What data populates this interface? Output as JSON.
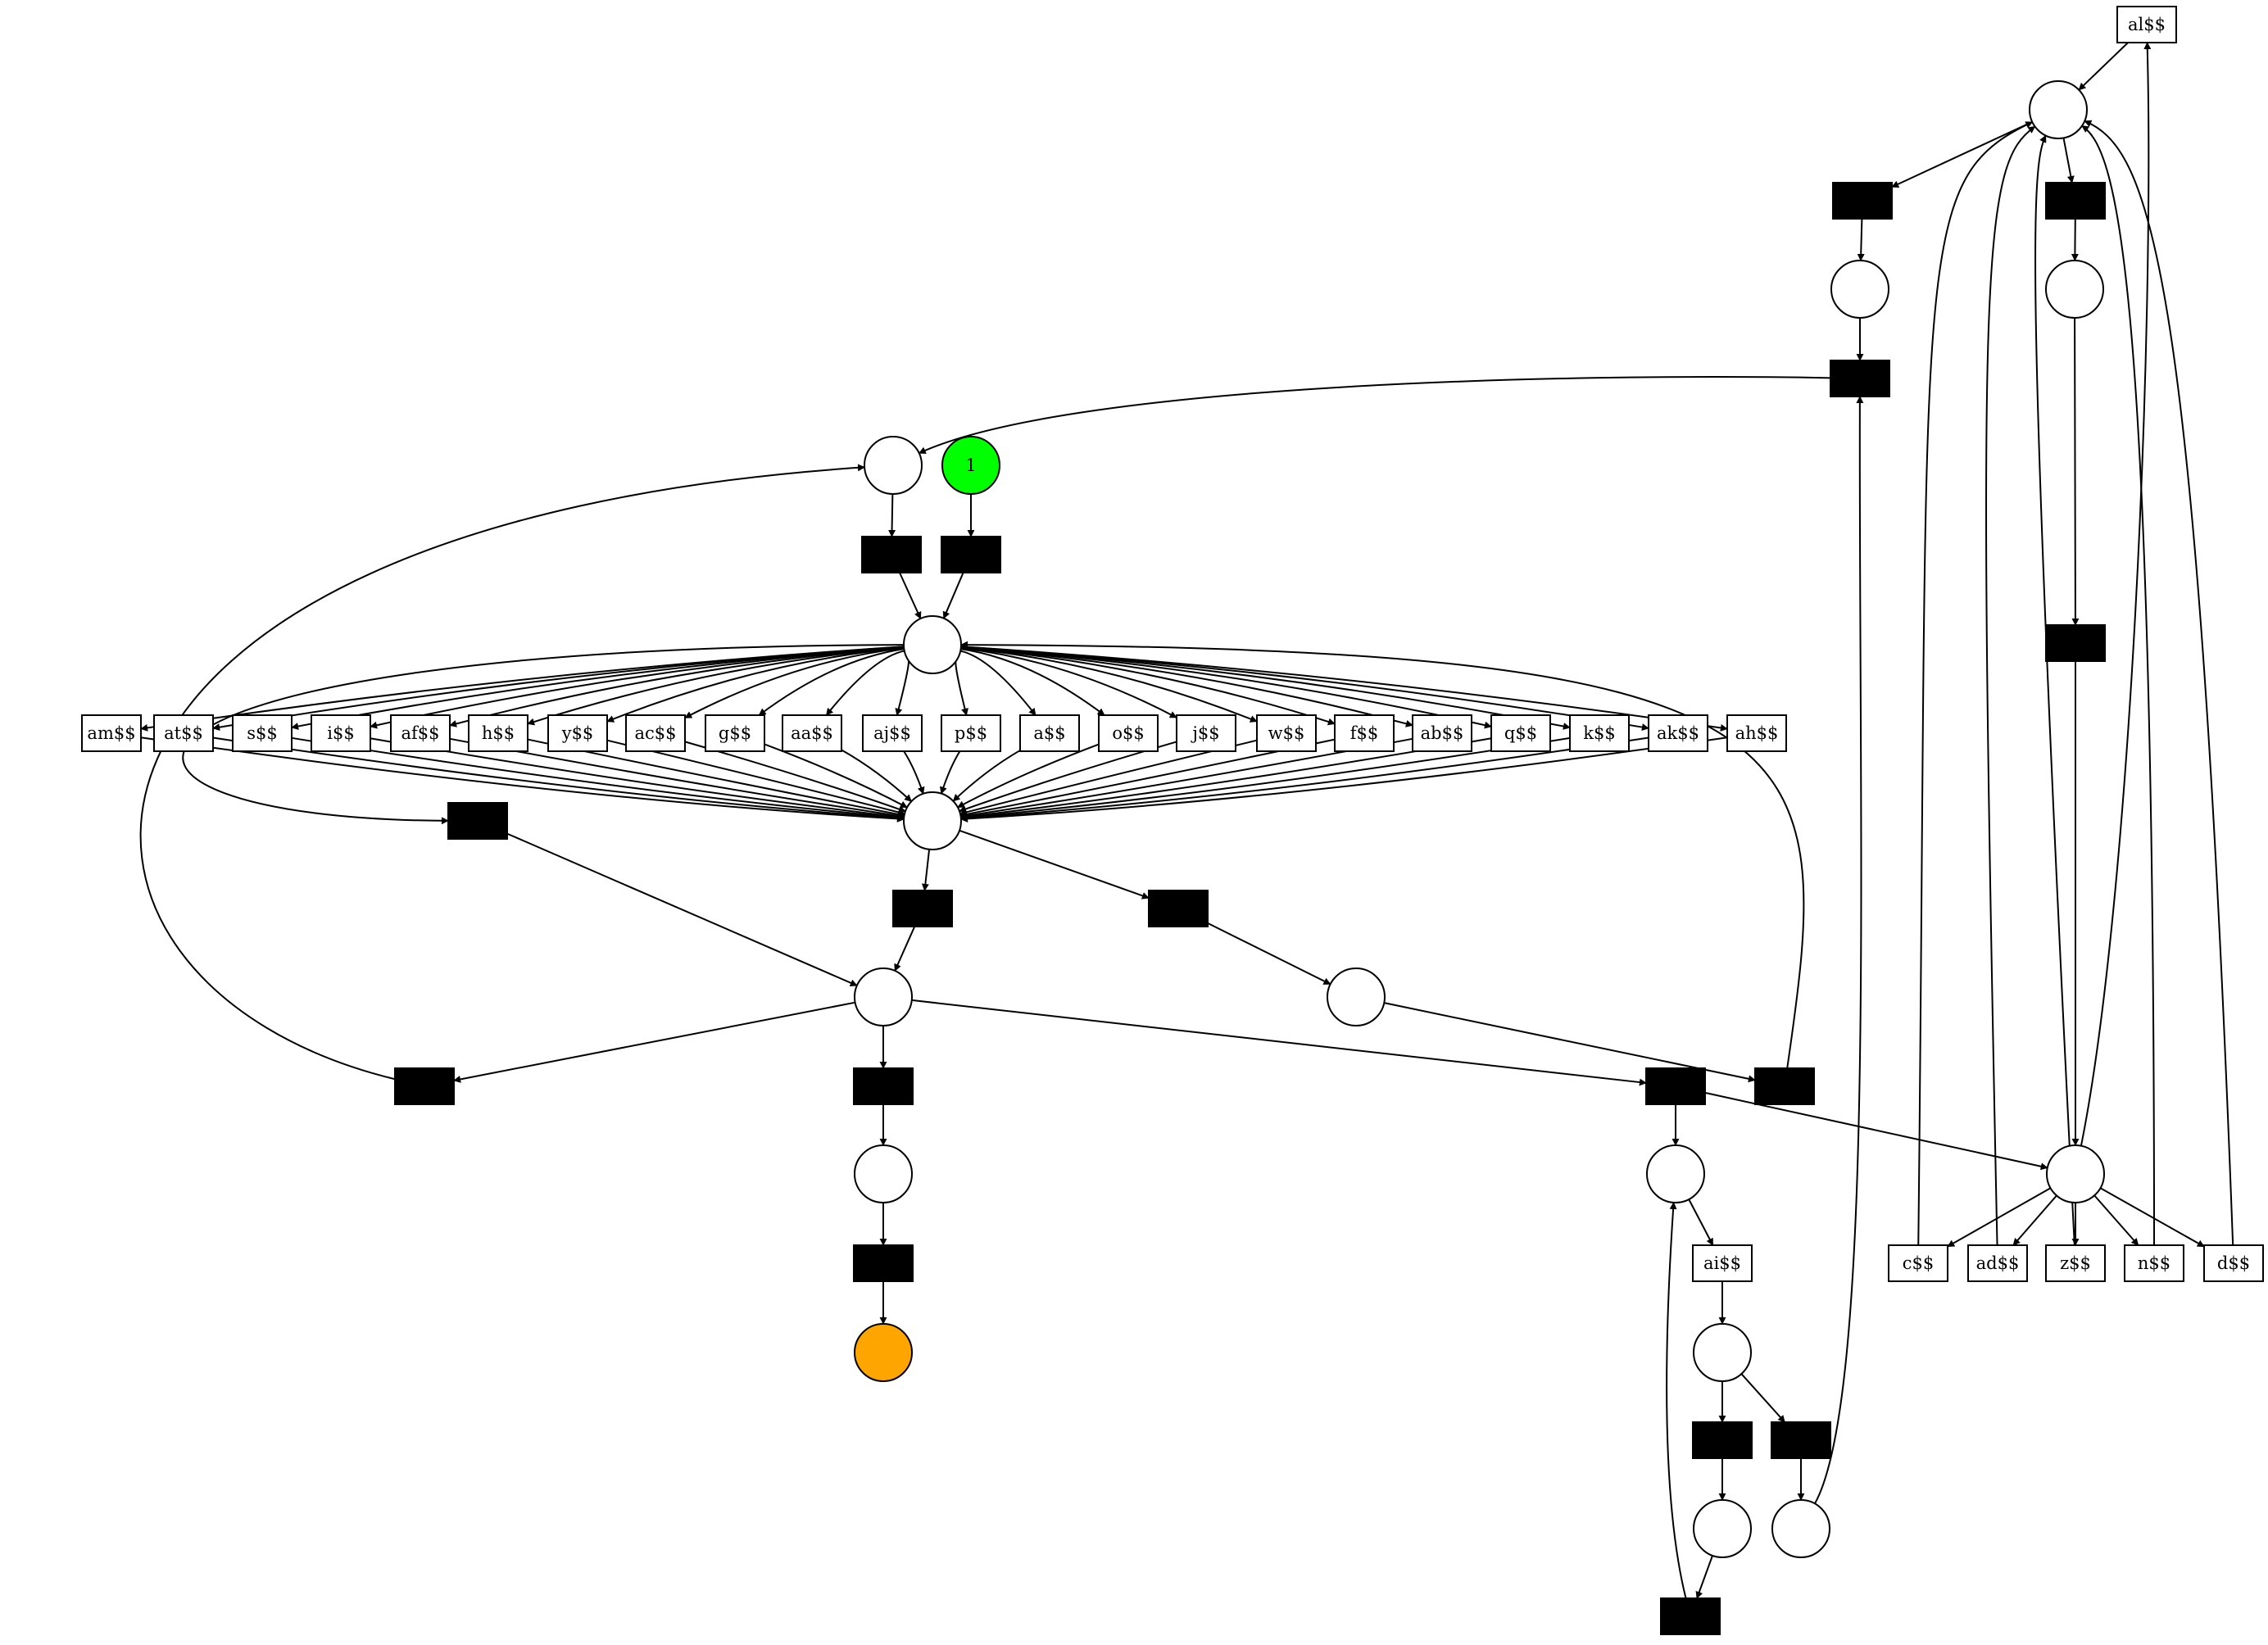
{
  "diagram": {
    "kind": "petri-net",
    "colors": {
      "start_place": "#00ff00",
      "end_place": "#ffa500",
      "silent_transition": "#000000",
      "place": "#ffffff"
    },
    "initial_marking": "1",
    "places": [
      "p_top_right",
      "p_r1",
      "p_r2",
      "p_left_loop",
      "p_start",
      "p_upper_hub",
      "p_lower_hub",
      "p_mid_left",
      "p_mid_right",
      "p_chain1",
      "p_end",
      "p_ai_in",
      "p_ai_out",
      "p_bottom_left",
      "p_bottom_right",
      "p_right_hub"
    ],
    "transitions": {
      "left_group": [
        "am$$",
        "at$$",
        "s$$",
        "i$$",
        "af$$",
        "h$$",
        "y$$",
        "ac$$",
        "g$$",
        "aa$$",
        "aj$$",
        "p$$",
        "a$$",
        "o$$",
        "j$$",
        "w$$",
        "f$$",
        "ab$$",
        "q$$",
        "k$$",
        "ak$$",
        "ah$$"
      ],
      "top_right": "al$$",
      "bottom_middle": "ai$$",
      "right_group": [
        "c$$",
        "ad$$",
        "z$$",
        "n$$",
        "d$$"
      ]
    }
  }
}
